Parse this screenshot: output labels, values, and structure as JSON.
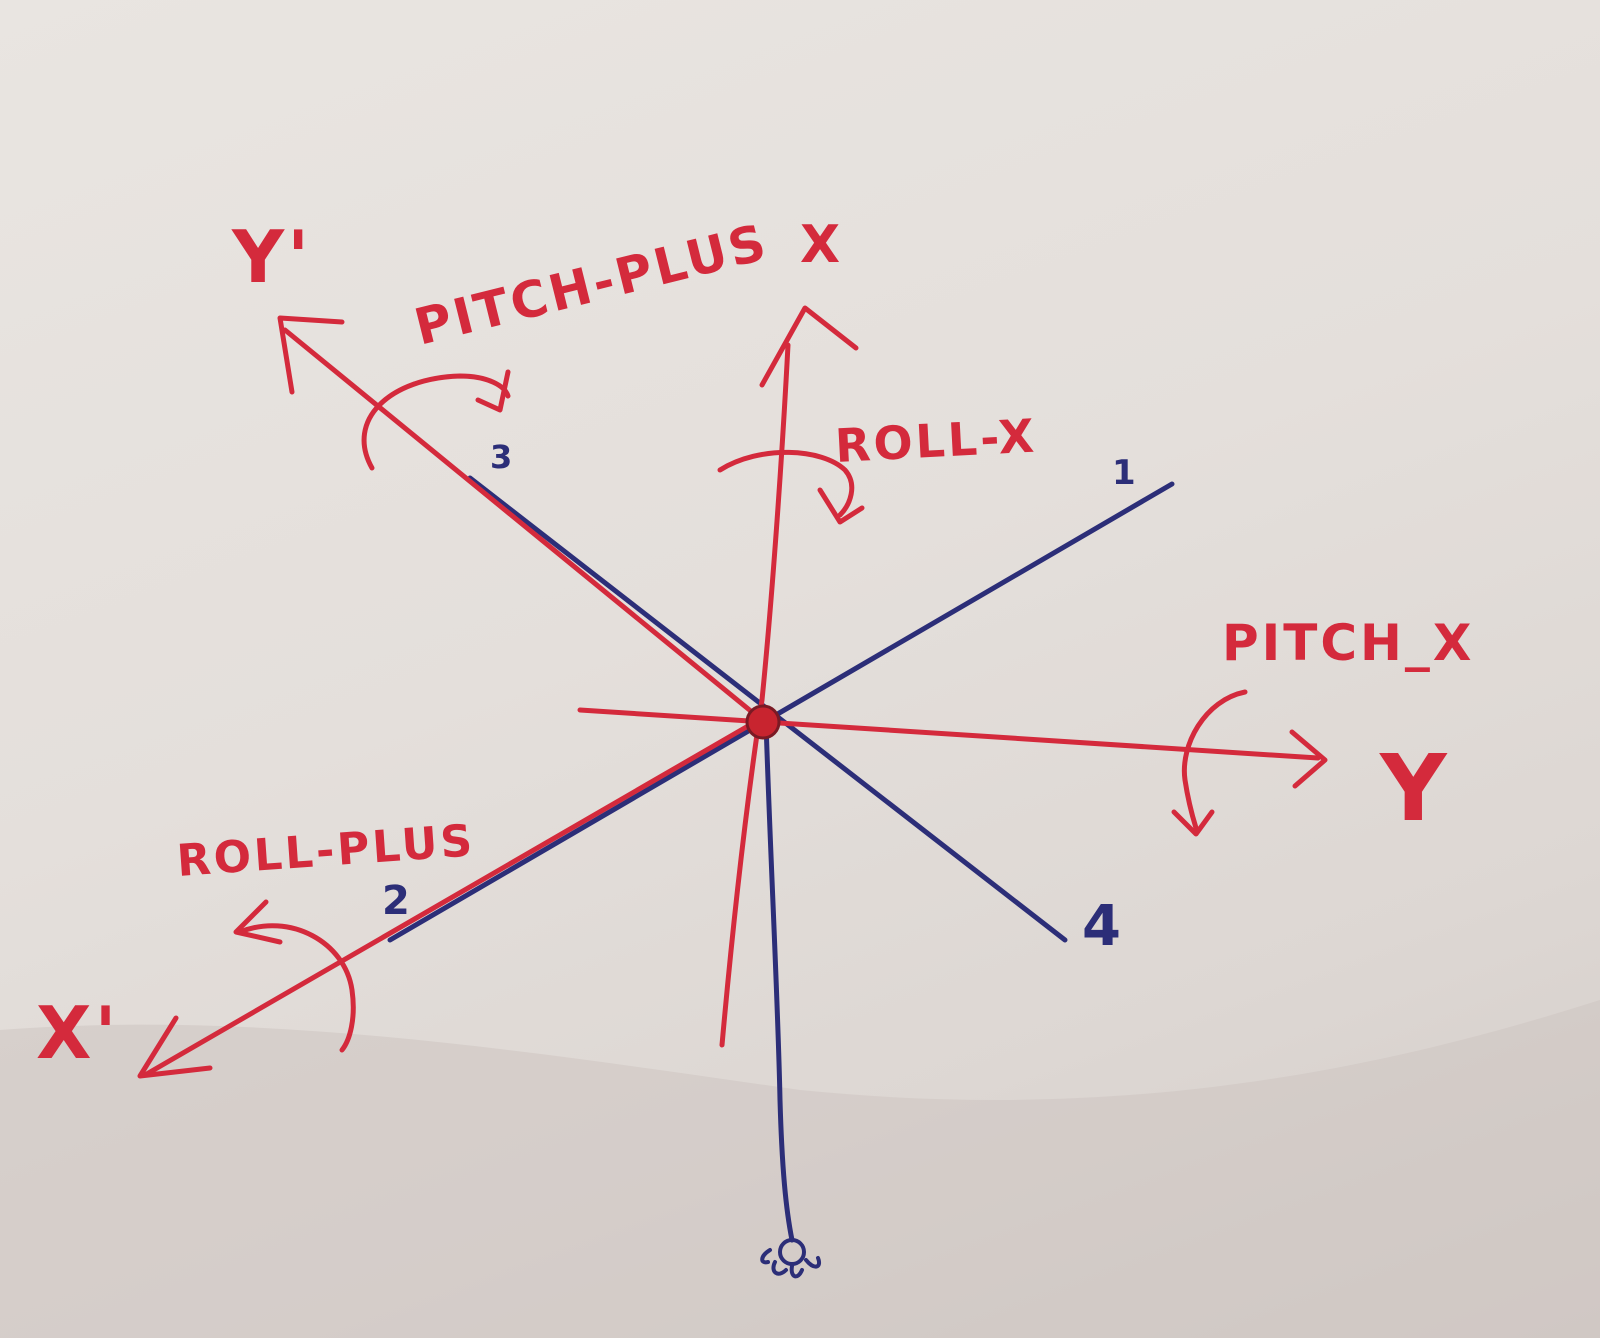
{
  "axes": {
    "x": "X",
    "y": "Y",
    "x_prime": "X'",
    "y_prime": "Y'"
  },
  "rotations": {
    "pitch_plus": "PITCH-PLUS",
    "pitch_minus": "PITCH_X",
    "roll_plus": "ROLL-PLUS",
    "roll_minus": "ROLL-X"
  },
  "arms": {
    "arm_1": "1",
    "arm_2": "2",
    "arm_3": "3",
    "arm_4": "4"
  },
  "colors": {
    "red_pen": "#d42a3c",
    "blue_pen": "#2c2e78",
    "paper": "#e6e1dd"
  }
}
